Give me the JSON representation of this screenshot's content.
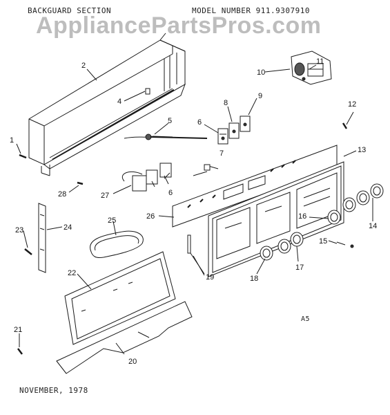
{
  "header": {
    "section": "BACKGUARD SECTION",
    "model": "MODEL NUMBER  911.9307910"
  },
  "watermark": "AppliancePartsPros.com",
  "footer": {
    "date": "NOVEMBER, 1978"
  },
  "page_code": "A5",
  "callouts": [
    "1",
    "2",
    "4",
    "5",
    "6",
    "6",
    "7",
    "8",
    "9",
    "10",
    "11",
    "12",
    "13",
    "14",
    "15",
    "16",
    "17",
    "18",
    "19",
    "20",
    "21",
    "22",
    "23",
    "24",
    "25",
    "26",
    "27",
    "28"
  ]
}
